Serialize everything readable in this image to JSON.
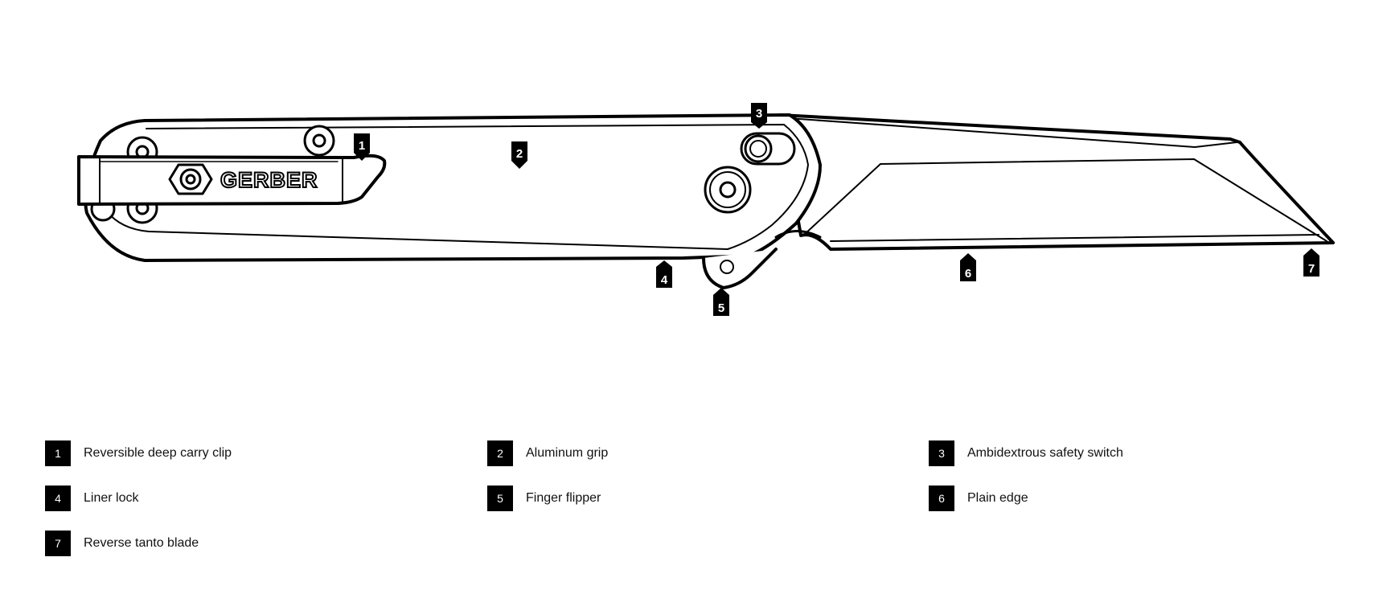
{
  "brand": "GERBER",
  "callouts": [
    "1",
    "2",
    "3",
    "4",
    "5",
    "6",
    "7"
  ],
  "legend": [
    {
      "num": "1",
      "label": "Reversible deep carry clip"
    },
    {
      "num": "2",
      "label": "Aluminum grip"
    },
    {
      "num": "3",
      "label": "Ambidextrous safety switch"
    },
    {
      "num": "4",
      "label": "Liner lock"
    },
    {
      "num": "5",
      "label": "Finger flipper"
    },
    {
      "num": "6",
      "label": "Plain edge"
    },
    {
      "num": "7",
      "label": "Reverse tanto blade"
    }
  ],
  "colors": {
    "ink": "#000000",
    "paper": "#ffffff"
  }
}
